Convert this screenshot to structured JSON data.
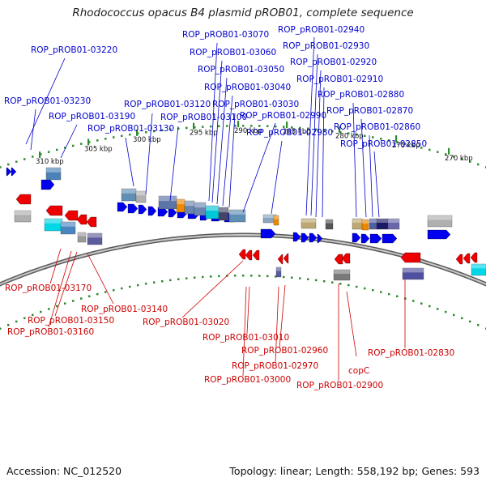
{
  "title": "Rhodococcus opacus B4 plasmid pROB01, complete sequence",
  "footer": {
    "accession": "Accession: NC_012520",
    "summary": "Topology: linear; Length: 558,192 bp; Genes: 593"
  },
  "colors": {
    "forward_label": "#0000cc",
    "reverse_label": "#cc0000",
    "forward_gene": "#0000ee",
    "reverse_gene": "#ee0000",
    "backbone": "#888888",
    "scale_ticks": "#2e8b2e"
  },
  "scale_ticks": [
    "310 kbp",
    "305 kbp",
    "300 kbp",
    "295 kbp",
    "290 kbp",
    "285 kbp",
    "280 kbp",
    "275 kbp",
    "270 kbp"
  ],
  "forward_labels": [
    "ROP_pROB01-03220",
    "ROP_pROB01-03230",
    "ROP_pROB01-03190",
    "ROP_pROB01-03130",
    "ROP_pROB01-03120",
    "ROP_pROB01-03100",
    "ROP_pROB01-03070",
    "ROP_pROB01-03060",
    "ROP_pROB01-03050",
    "ROP_pROB01-03040",
    "ROP_pROB01-03030",
    "ROP_pROB01-02990",
    "ROP_pROB01-02980",
    "ROP_pROB01-02940",
    "ROP_pROB01-02930",
    "ROP_pROB01-02920",
    "ROP_pROB01-02910",
    "ROP_pROB01-02880",
    "ROP_pROB01-02870",
    "ROP_pROB01-02860",
    "ROP_pROB01-02850"
  ],
  "reverse_labels": [
    "ROP_pROB01-03170",
    "ROP_pROB01-03140",
    "ROP_pROB01-03150",
    "ROP_pROB01-03160",
    "ROP_pROB01-03020",
    "ROP_pROB01-03010",
    "ROP_pROB01-02960",
    "ROP_pROB01-02970",
    "ROP_pROB01-03000",
    "copC",
    "ROP_pROB01-02900",
    "ROP_pROB01-02830"
  ]
}
